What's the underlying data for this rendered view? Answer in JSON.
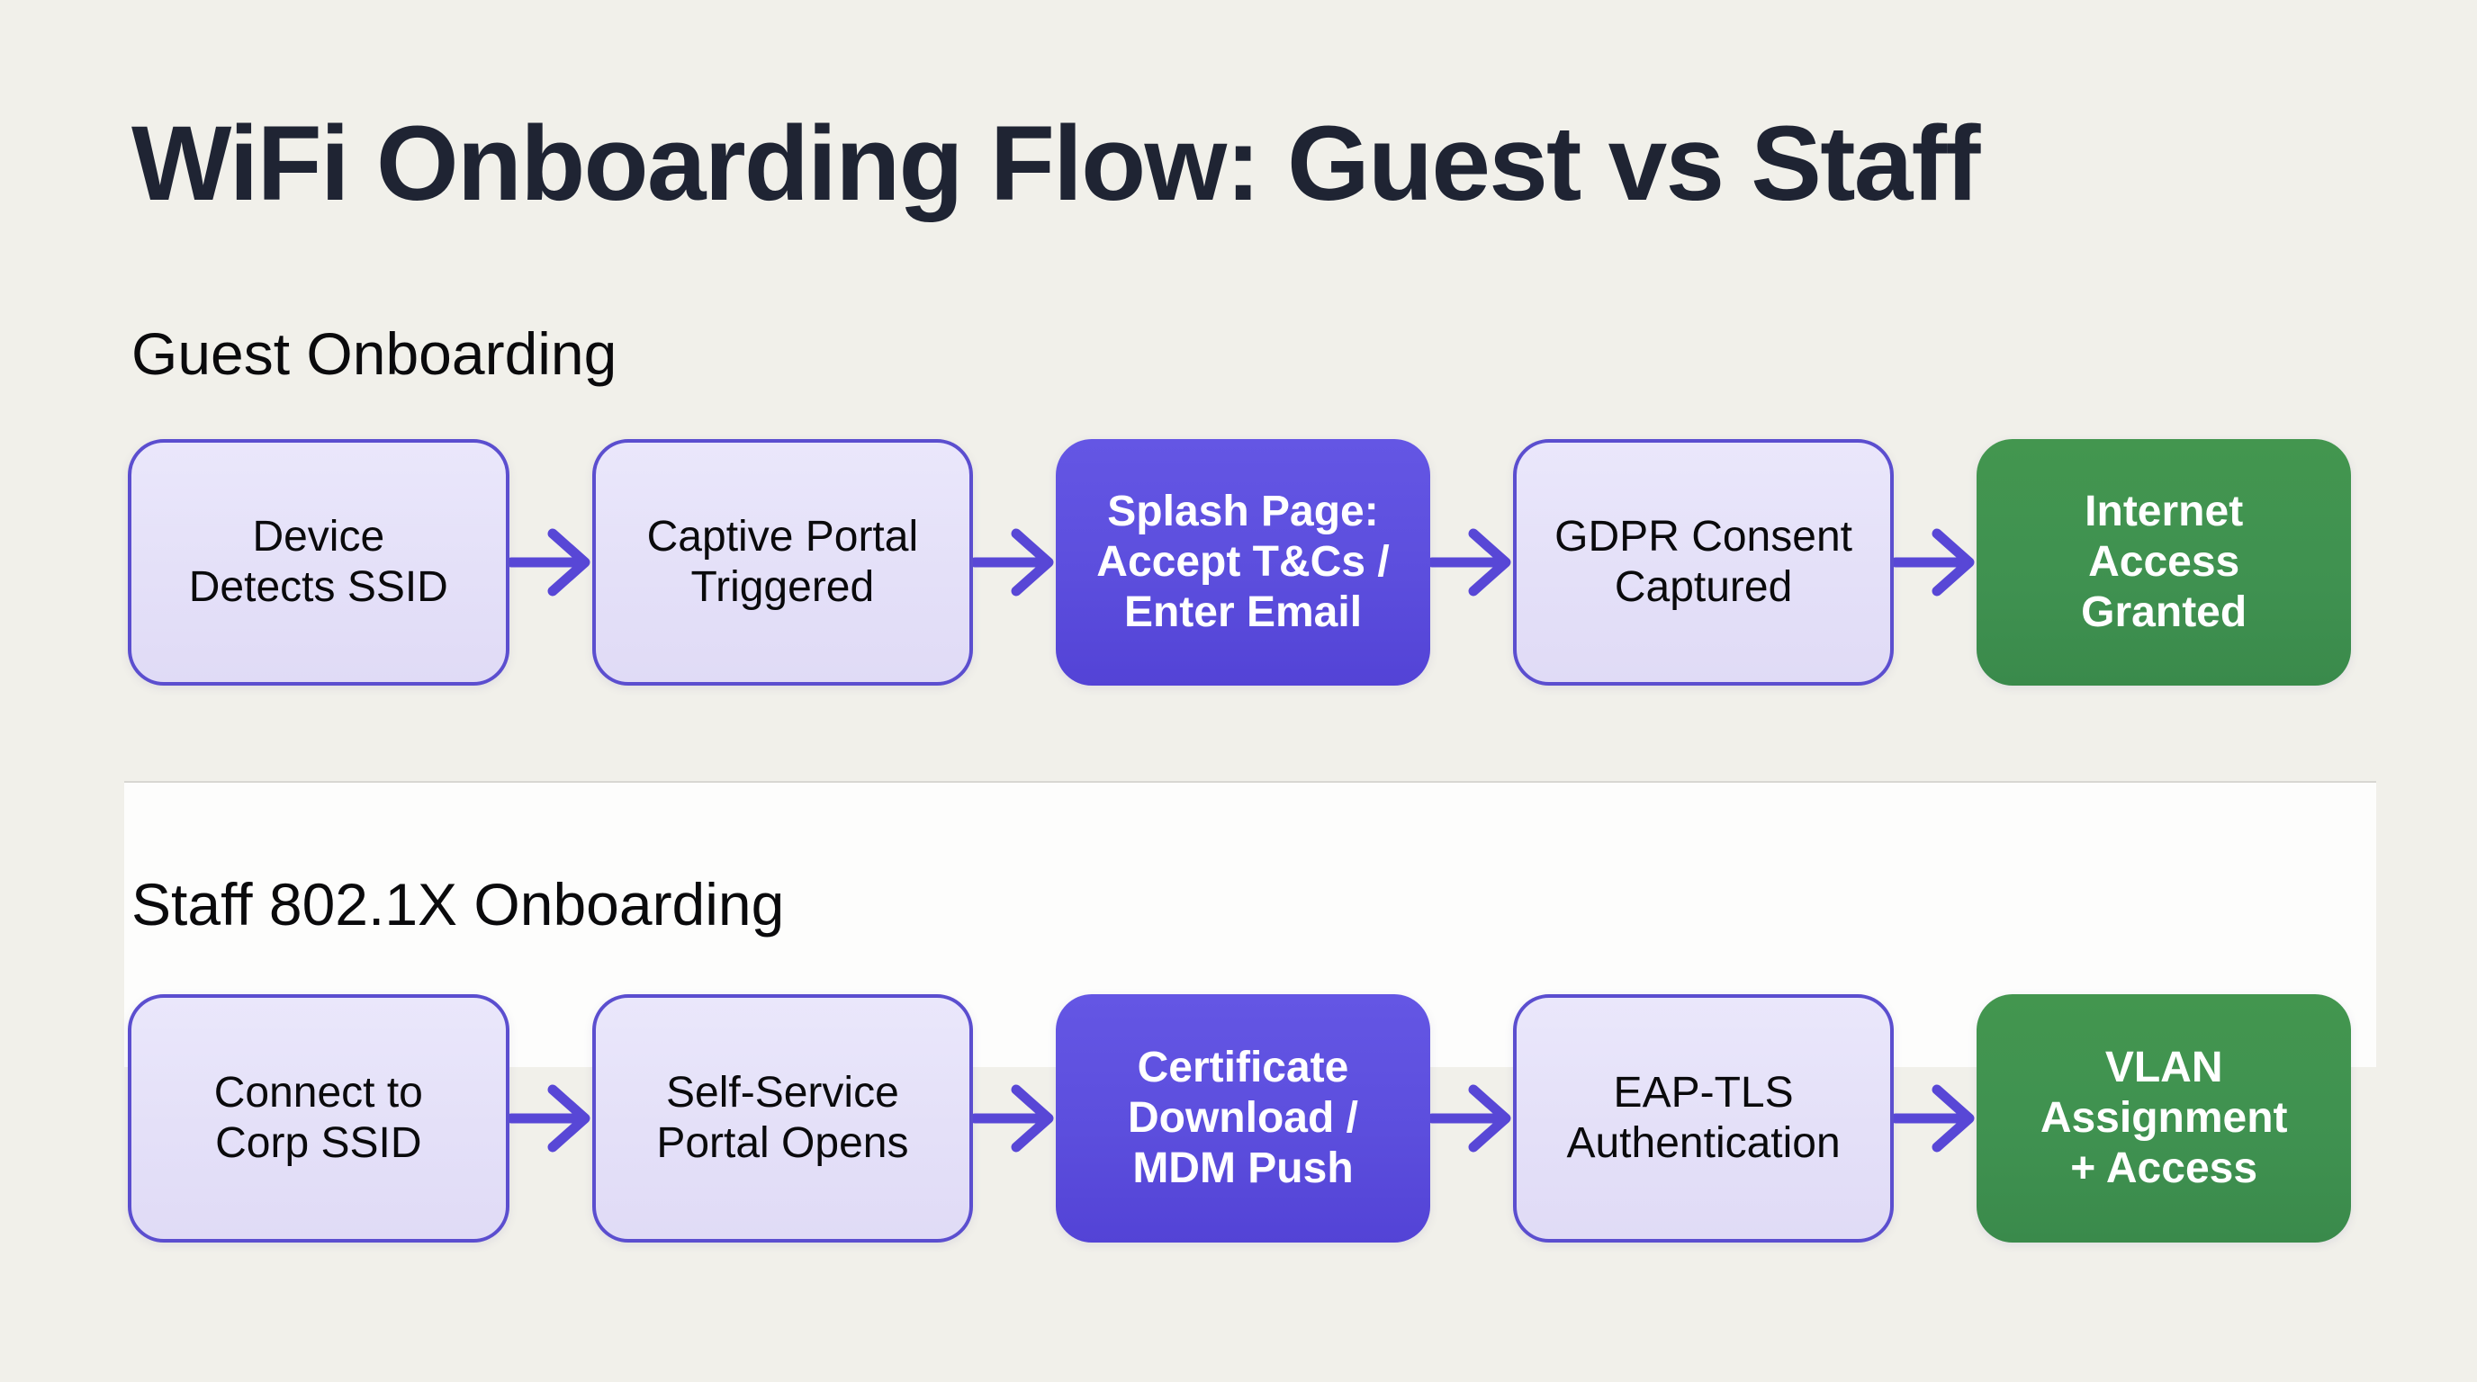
{
  "page": {
    "title": "WiFi Onboarding Flow: Guest vs Staff"
  },
  "sections": [
    {
      "label": "Guest Onboarding",
      "steps": [
        {
          "label": "Device\nDetects SSID",
          "variant": "light"
        },
        {
          "label": "Captive Portal\nTriggered",
          "variant": "light"
        },
        {
          "label": "Splash Page:\nAccept T&Cs /\nEnter Email",
          "variant": "primary"
        },
        {
          "label": "GDPR Consent\nCaptured",
          "variant": "light"
        },
        {
          "label": "Internet\nAccess\nGranted",
          "variant": "success"
        }
      ]
    },
    {
      "label": "Staff 802.1X Onboarding",
      "steps": [
        {
          "label": "Connect to\nCorp SSID",
          "variant": "light"
        },
        {
          "label": "Self-Service\nPortal Opens",
          "variant": "light"
        },
        {
          "label": "Certificate\nDownload /\nMDM Push",
          "variant": "primary"
        },
        {
          "label": "EAP-TLS\nAuthentication",
          "variant": "light"
        },
        {
          "label": "VLAN\nAssignment\n+ Access",
          "variant": "success"
        }
      ]
    }
  ],
  "icons": {
    "arrow": "arrow-right-icon"
  },
  "colors": {
    "background": "#f1f0ea",
    "panel": "#fdfdfc",
    "divider": "#d8d7d2",
    "step-light-fill": "#e4e0f8",
    "step-light-border": "#5b4ecf",
    "step-primary-fill": "#5c4edd",
    "step-success-fill": "#3f9150",
    "arrow": "#5847d6",
    "title-text": "#1f2433",
    "dark-text": "#0a0a0c",
    "light-text": "#ffffff"
  }
}
